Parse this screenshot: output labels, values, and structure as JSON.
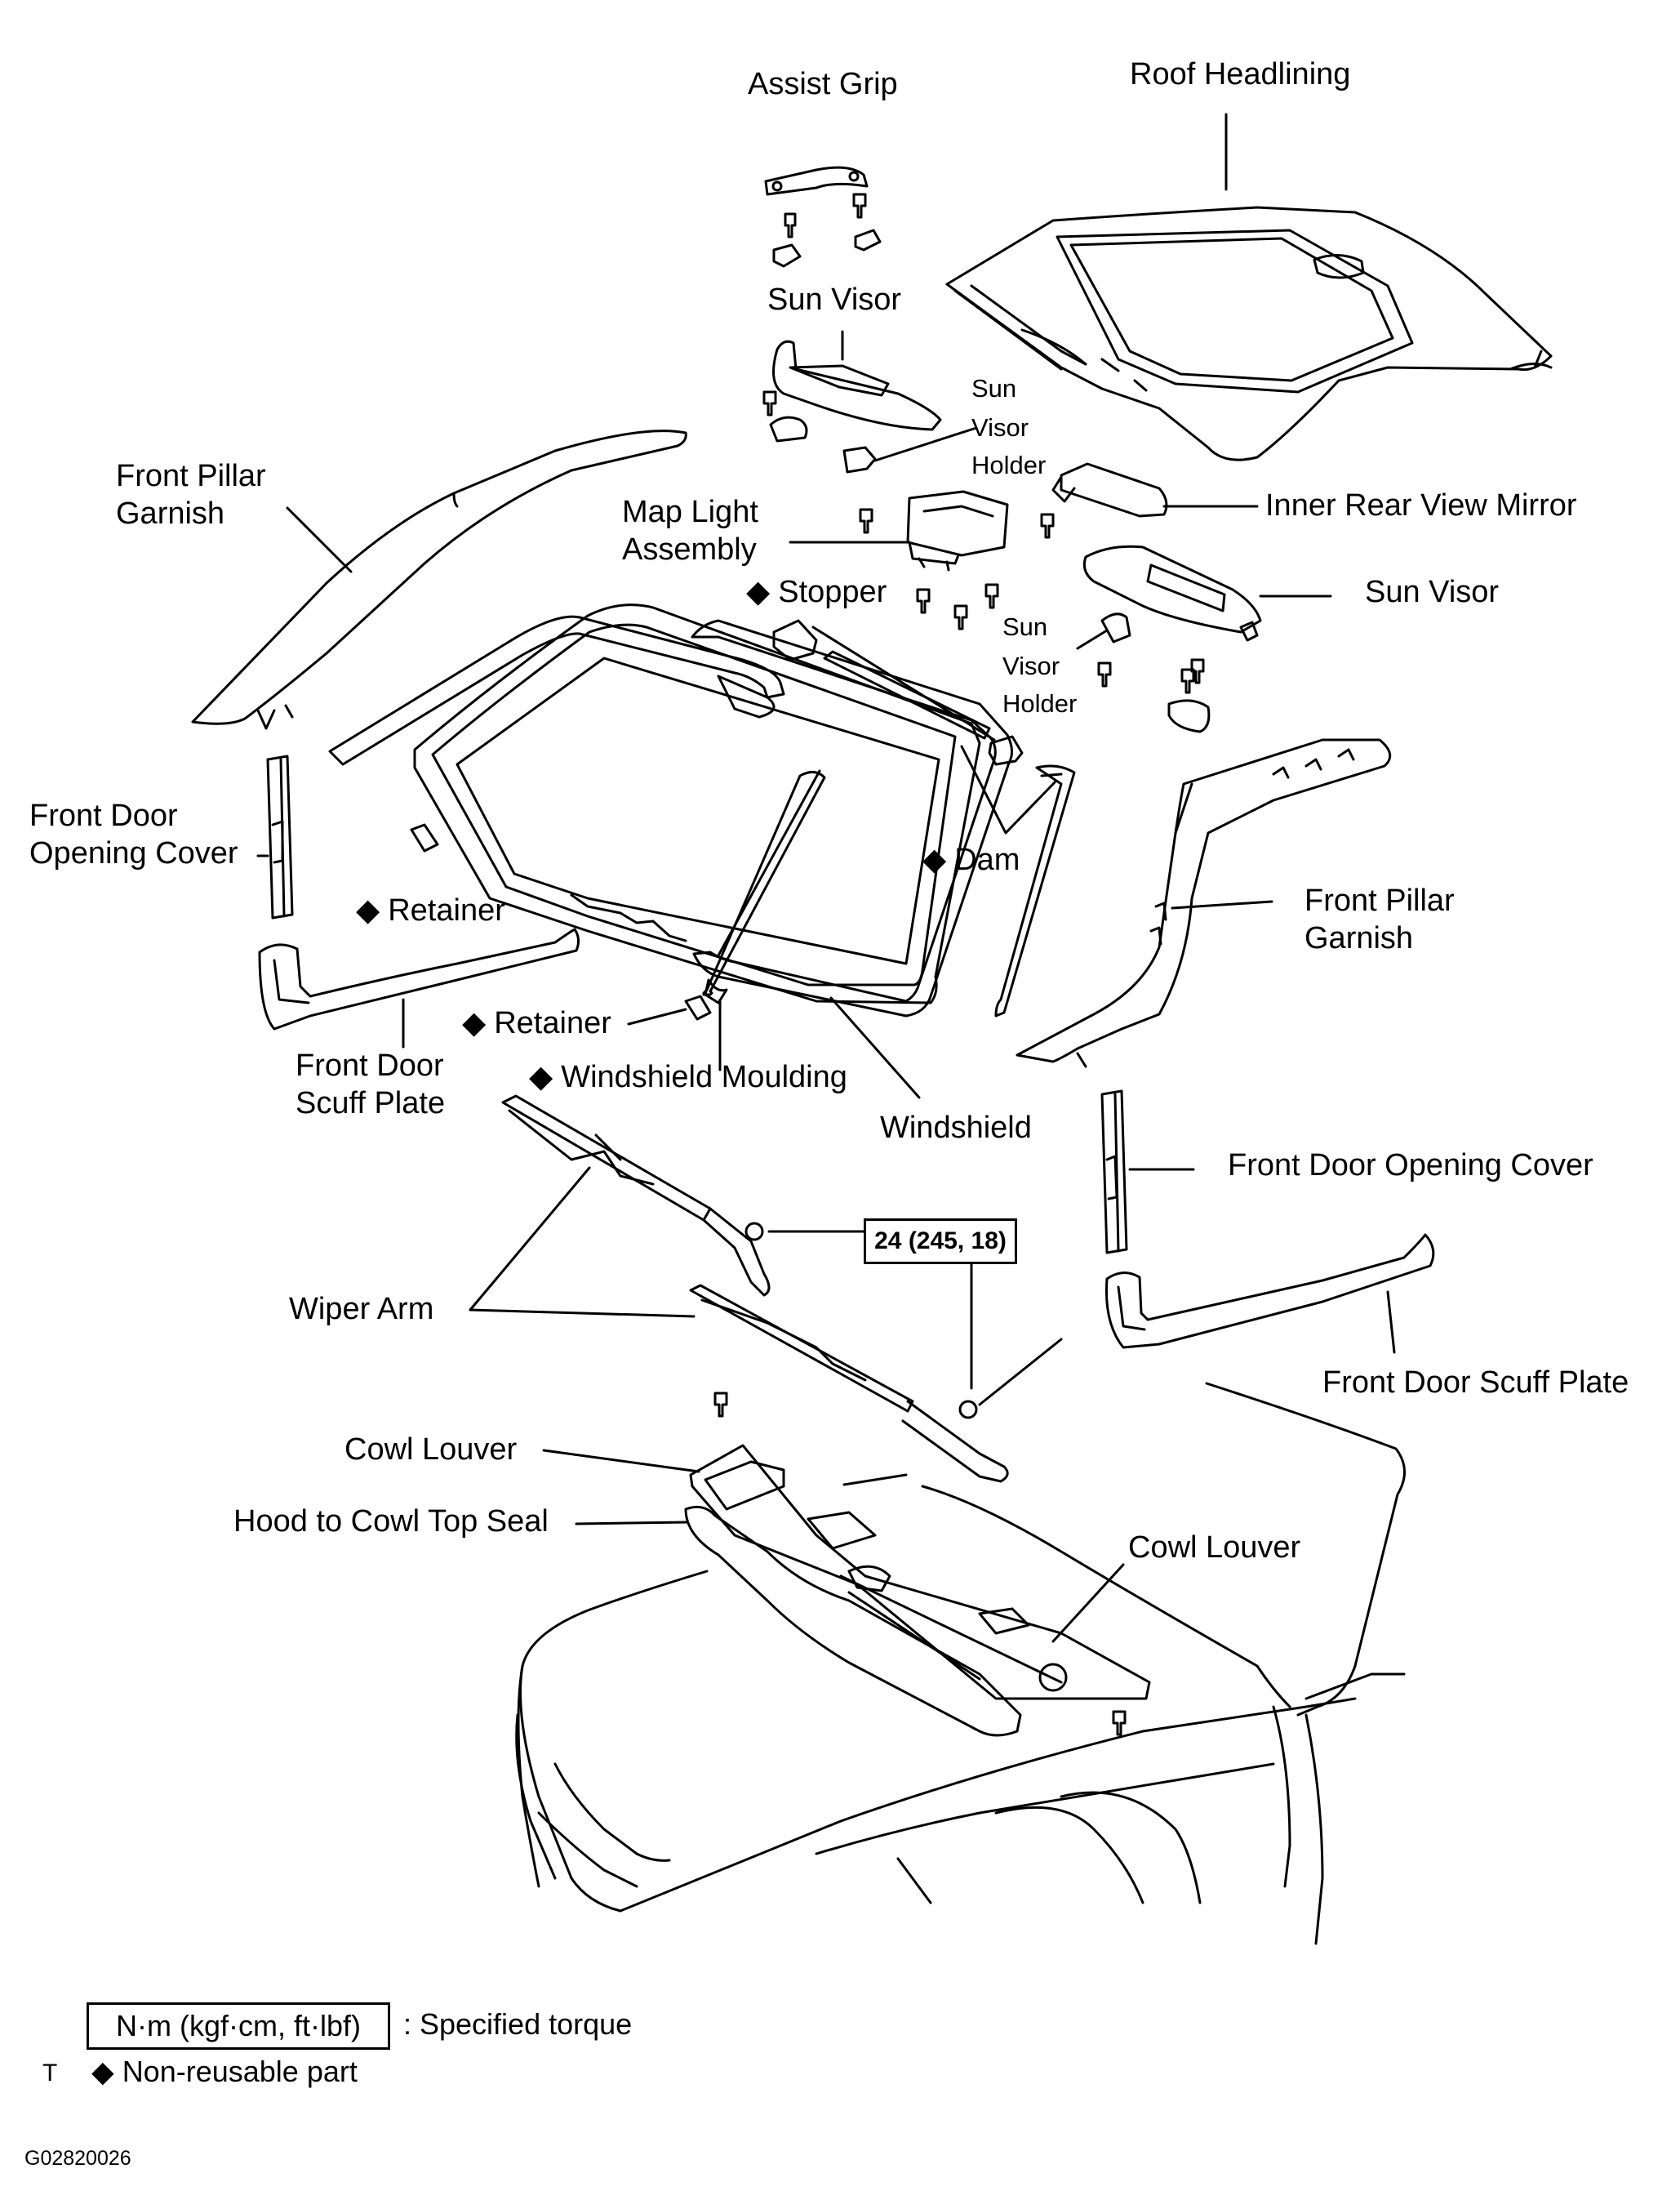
{
  "labels": {
    "assist_grip": "Assist Grip",
    "roof_headlining": "Roof Headlining",
    "sun_visor_1": "Sun Visor",
    "sun_visor_holder_1": [
      "Sun",
      "Visor",
      "Holder"
    ],
    "front_pillar_garnish_1": [
      "Front Pillar",
      "Garnish"
    ],
    "map_light_assembly": [
      "Map Light",
      "Assembly"
    ],
    "inner_rear_view_mirror": "Inner Rear View Mirror",
    "stopper": "Stopper",
    "sun_visor_2": "Sun Visor",
    "sun_visor_holder_2": [
      "Sun",
      "Visor",
      "Holder"
    ],
    "front_door_opening_cover_1": [
      "Front Door",
      "Opening Cover"
    ],
    "dam": "Dam",
    "retainer_1": "Retainer",
    "front_pillar_garnish_2": [
      "Front Pillar",
      "Garnish"
    ],
    "retainer_2": "Retainer",
    "front_door_scuff_plate_1": [
      "Front Door",
      "Scuff Plate"
    ],
    "windshield_moulding": "Windshield Moulding",
    "windshield": "Windshield",
    "front_door_opening_cover_2": "Front Door Opening Cover",
    "wiper_arm": "Wiper Arm",
    "front_door_scuff_plate_2": "Front Door Scuff Plate",
    "cowl_louver_1": "Cowl Louver",
    "hood_to_cowl_top_seal": "Hood to Cowl Top Seal",
    "cowl_louver_2": "Cowl Louver"
  },
  "diamond": "◆",
  "torque": "24 (245, 18)",
  "legend": {
    "unit_box": "N·m (kgf·cm, ft·lbf)",
    "unit_desc": ": Specified torque",
    "mark": "T",
    "nonreusable": "Non-reusable part"
  },
  "figure_code": "G02820026"
}
